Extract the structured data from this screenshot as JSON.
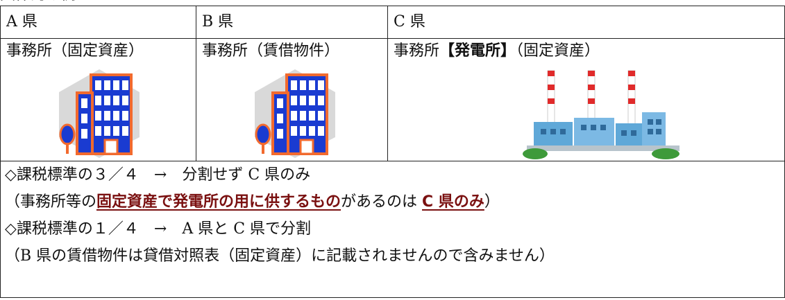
{
  "partial_top_text": "具体的な例",
  "headers": {
    "a": "A 県",
    "b": "B 県",
    "c": "C 県"
  },
  "offices": {
    "a": "事務所（固定資産）",
    "b": "事務所（賃借物件）",
    "c_prefix": "事務所",
    "c_bold": "【発電所】",
    "c_suffix": "（固定資産）"
  },
  "icons": {
    "a": "office-building-icon",
    "b": "office-building-icon",
    "c": "power-plant-icon"
  },
  "colors": {
    "building_blue": "#1a3bd1",
    "building_outline": "#f26a2e",
    "hex_gray": "#d9d9d9",
    "chimney_red": "#e02a2a",
    "plant_blue": "#5fa8d8",
    "tree_green": "#3e9a3a",
    "emphasis_text": "#7a1010"
  },
  "notes": {
    "line1": "◇課税標準の３／４　→　分割せず C 県のみ",
    "line2_pre": "（事務所等の",
    "line2_emph": "固定資産で発電所の用に供するもの",
    "line2_mid": "があるのは ",
    "line2_emph2": "C 県のみ",
    "line2_post": "）",
    "line3": "◇課税標準の１／４　→　A 県と C 県で分割",
    "line4": "（B 県の賃借物件は貸借対照表（固定資産）に記載されませんので含みません）"
  }
}
